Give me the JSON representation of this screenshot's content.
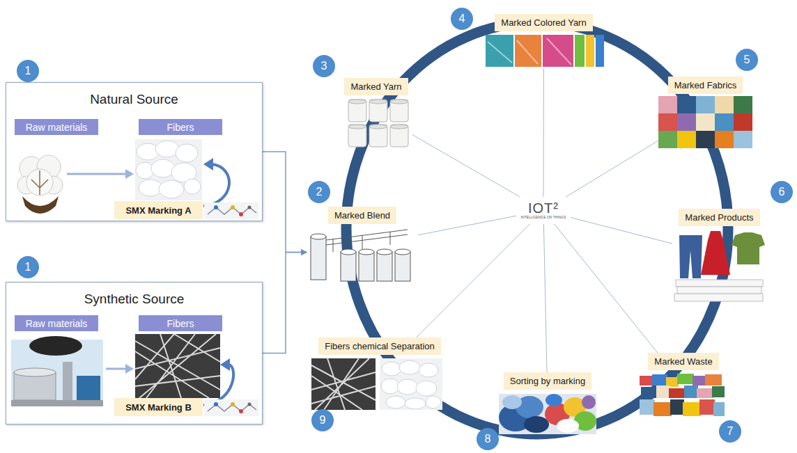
{
  "diagram": {
    "nodes": [
      {
        "text": [
          "Natural Source"
        ]
      },
      {
        "text": [
          "Raw materials"
        ],
        "in": 0
      },
      {
        "text": [
          "Fibers"
        ],
        "in": 0
      },
      {
        "text": [
          "SMX Marking A"
        ],
        "in": 0
      },
      {
        "text": [
          "Synthetic Source"
        ]
      },
      {
        "text": [
          "Raw materials"
        ],
        "in": 4
      },
      {
        "text": [
          "Fibers"
        ],
        "in": 4
      },
      {
        "text": [
          "SMX Marking B"
        ],
        "in": 4
      },
      {
        "text": [
          "Marked Blend"
        ]
      },
      {
        "text": [
          "Marked Yarn"
        ]
      },
      {
        "text": [
          "Marked Colored Yarn"
        ]
      },
      {
        "text": [
          "Marked Fabrics"
        ]
      },
      {
        "text": [
          "Marked Products"
        ]
      },
      {
        "text": [
          "Marked Waste"
        ]
      },
      {
        "text": [
          "Sorting by marking"
        ]
      },
      {
        "text": [
          "Fibers chemical Separation"
        ]
      },
      {
        "text": [
          "IOT²",
          "INTELLIGENCE ON THINGS"
        ]
      }
    ],
    "edges": [
      {
        "from": 0,
        "to": 8,
        "arrow": "to"
      },
      {
        "from": 4,
        "to": 8,
        "arrow": "to"
      },
      {
        "from": 16,
        "to": 8,
        "arrow": "none"
      },
      {
        "from": 16,
        "to": 9,
        "arrow": "none"
      },
      {
        "from": 16,
        "to": 10,
        "arrow": "none"
      },
      {
        "from": 16,
        "to": 11,
        "arrow": "none"
      },
      {
        "from": 16,
        "to": 12,
        "arrow": "none"
      },
      {
        "from": 16,
        "to": 13,
        "arrow": "none"
      },
      {
        "from": 16,
        "to": 14,
        "arrow": "none"
      },
      {
        "from": 16,
        "to": 15,
        "arrow": "none"
      }
    ],
    "labels": [
      "1",
      "1",
      "2",
      "3",
      "4",
      "5",
      "6",
      "7",
      "8",
      "9"
    ]
  }
}
